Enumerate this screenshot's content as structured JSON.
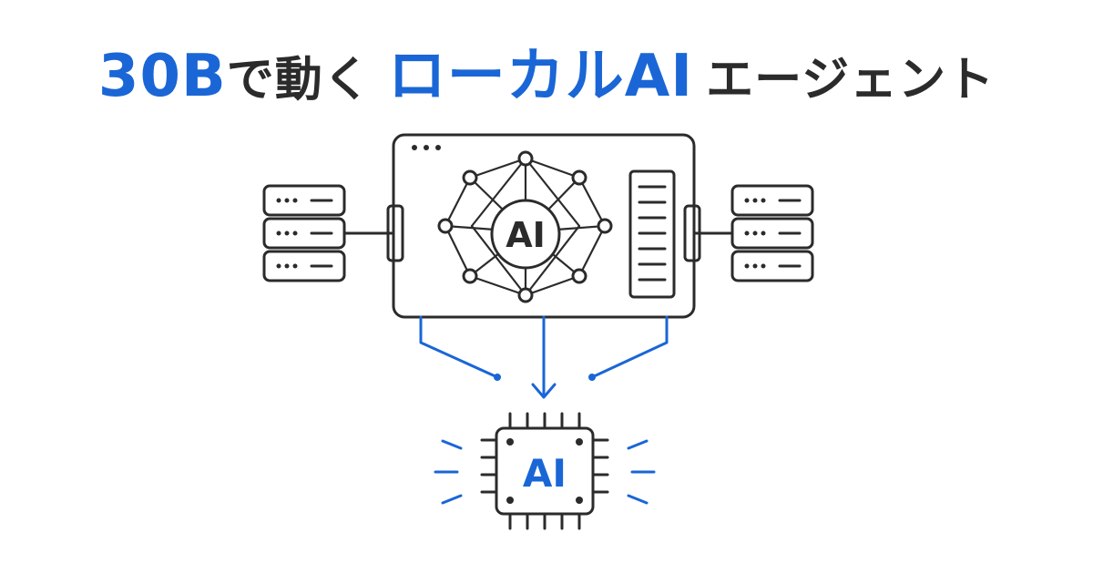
{
  "title": {
    "part1": "30B",
    "part2": "で動く",
    "part3": "ローカルAI",
    "part4": "エージェント"
  },
  "diagram": {
    "network_label": "AI",
    "chip_label": "AI"
  },
  "colors": {
    "accent": "#1a66d6",
    "ink": "#2b2b2b",
    "background": "#ffffff"
  }
}
